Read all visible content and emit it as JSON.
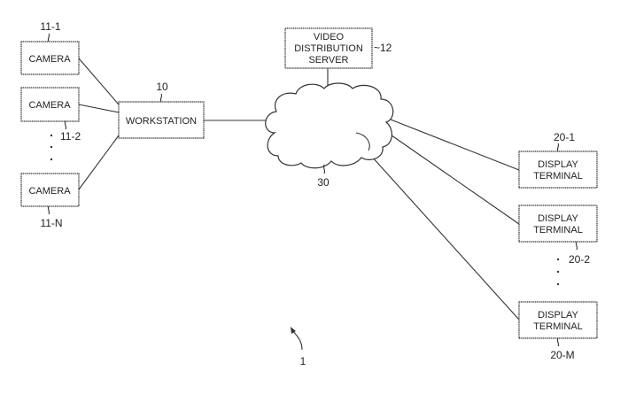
{
  "diagram": {
    "system_ref": "1",
    "cameras": [
      {
        "label": "CAMERA",
        "ref": "11-1"
      },
      {
        "label": "CAMERA",
        "ref": "11-2"
      },
      {
        "label": "CAMERA",
        "ref": "11-N"
      }
    ],
    "workstation": {
      "label": "WORKSTATION",
      "ref": "10"
    },
    "server": {
      "label_lines": [
        "VIDEO",
        "DISTRIBUTION",
        "SERVER"
      ],
      "ref": "~12"
    },
    "network": {
      "ref": "30"
    },
    "displays": [
      {
        "label_lines": [
          "DISPLAY",
          "TERMINAL"
        ],
        "ref": "20-1"
      },
      {
        "label_lines": [
          "DISPLAY",
          "TERMINAL"
        ],
        "ref": "20-2"
      },
      {
        "label_lines": [
          "DISPLAY",
          "TERMINAL"
        ],
        "ref": "20-M"
      }
    ]
  }
}
